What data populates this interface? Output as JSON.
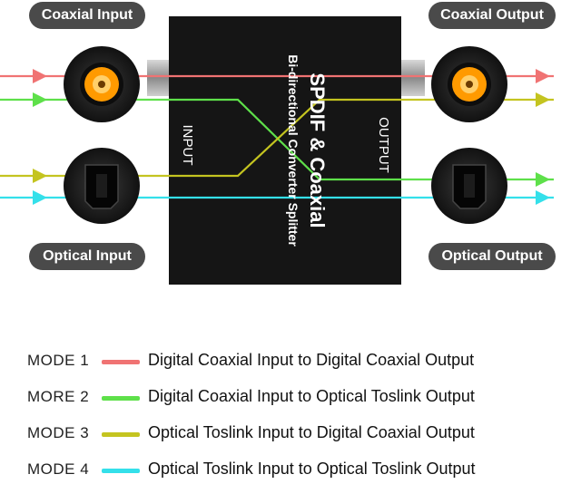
{
  "labels": {
    "coaxial_input": "Coaxial Input",
    "coaxial_output": "Coaxial Output",
    "optical_input": "Optical Input",
    "optical_output": "Optical Output"
  },
  "device": {
    "title": "SPDIF & Coaxial",
    "subtitle": "Bi-directional Converter Splitter",
    "input_label": "INPUT",
    "output_label": "OUTPUT"
  },
  "colors": {
    "mode1": "#f07373",
    "mode2": "#5ee04a",
    "mode3": "#c4c420",
    "mode4": "#34e0ea"
  },
  "legend": [
    {
      "mode": "MODE 1",
      "description": "Digital Coaxial Input to Digital Coaxial Output",
      "color": "#f07373"
    },
    {
      "mode": "MORE 2",
      "description": "Digital Coaxial Input to Optical Toslink Output",
      "color": "#5ee04a"
    },
    {
      "mode": "MODE 3",
      "description": "Optical Toslink Input to Digital Coaxial Output",
      "color": "#c4c420"
    },
    {
      "mode": "MODE 4",
      "description": "Optical Toslink Input to Optical Toslink Output",
      "color": "#34e0ea"
    }
  ]
}
